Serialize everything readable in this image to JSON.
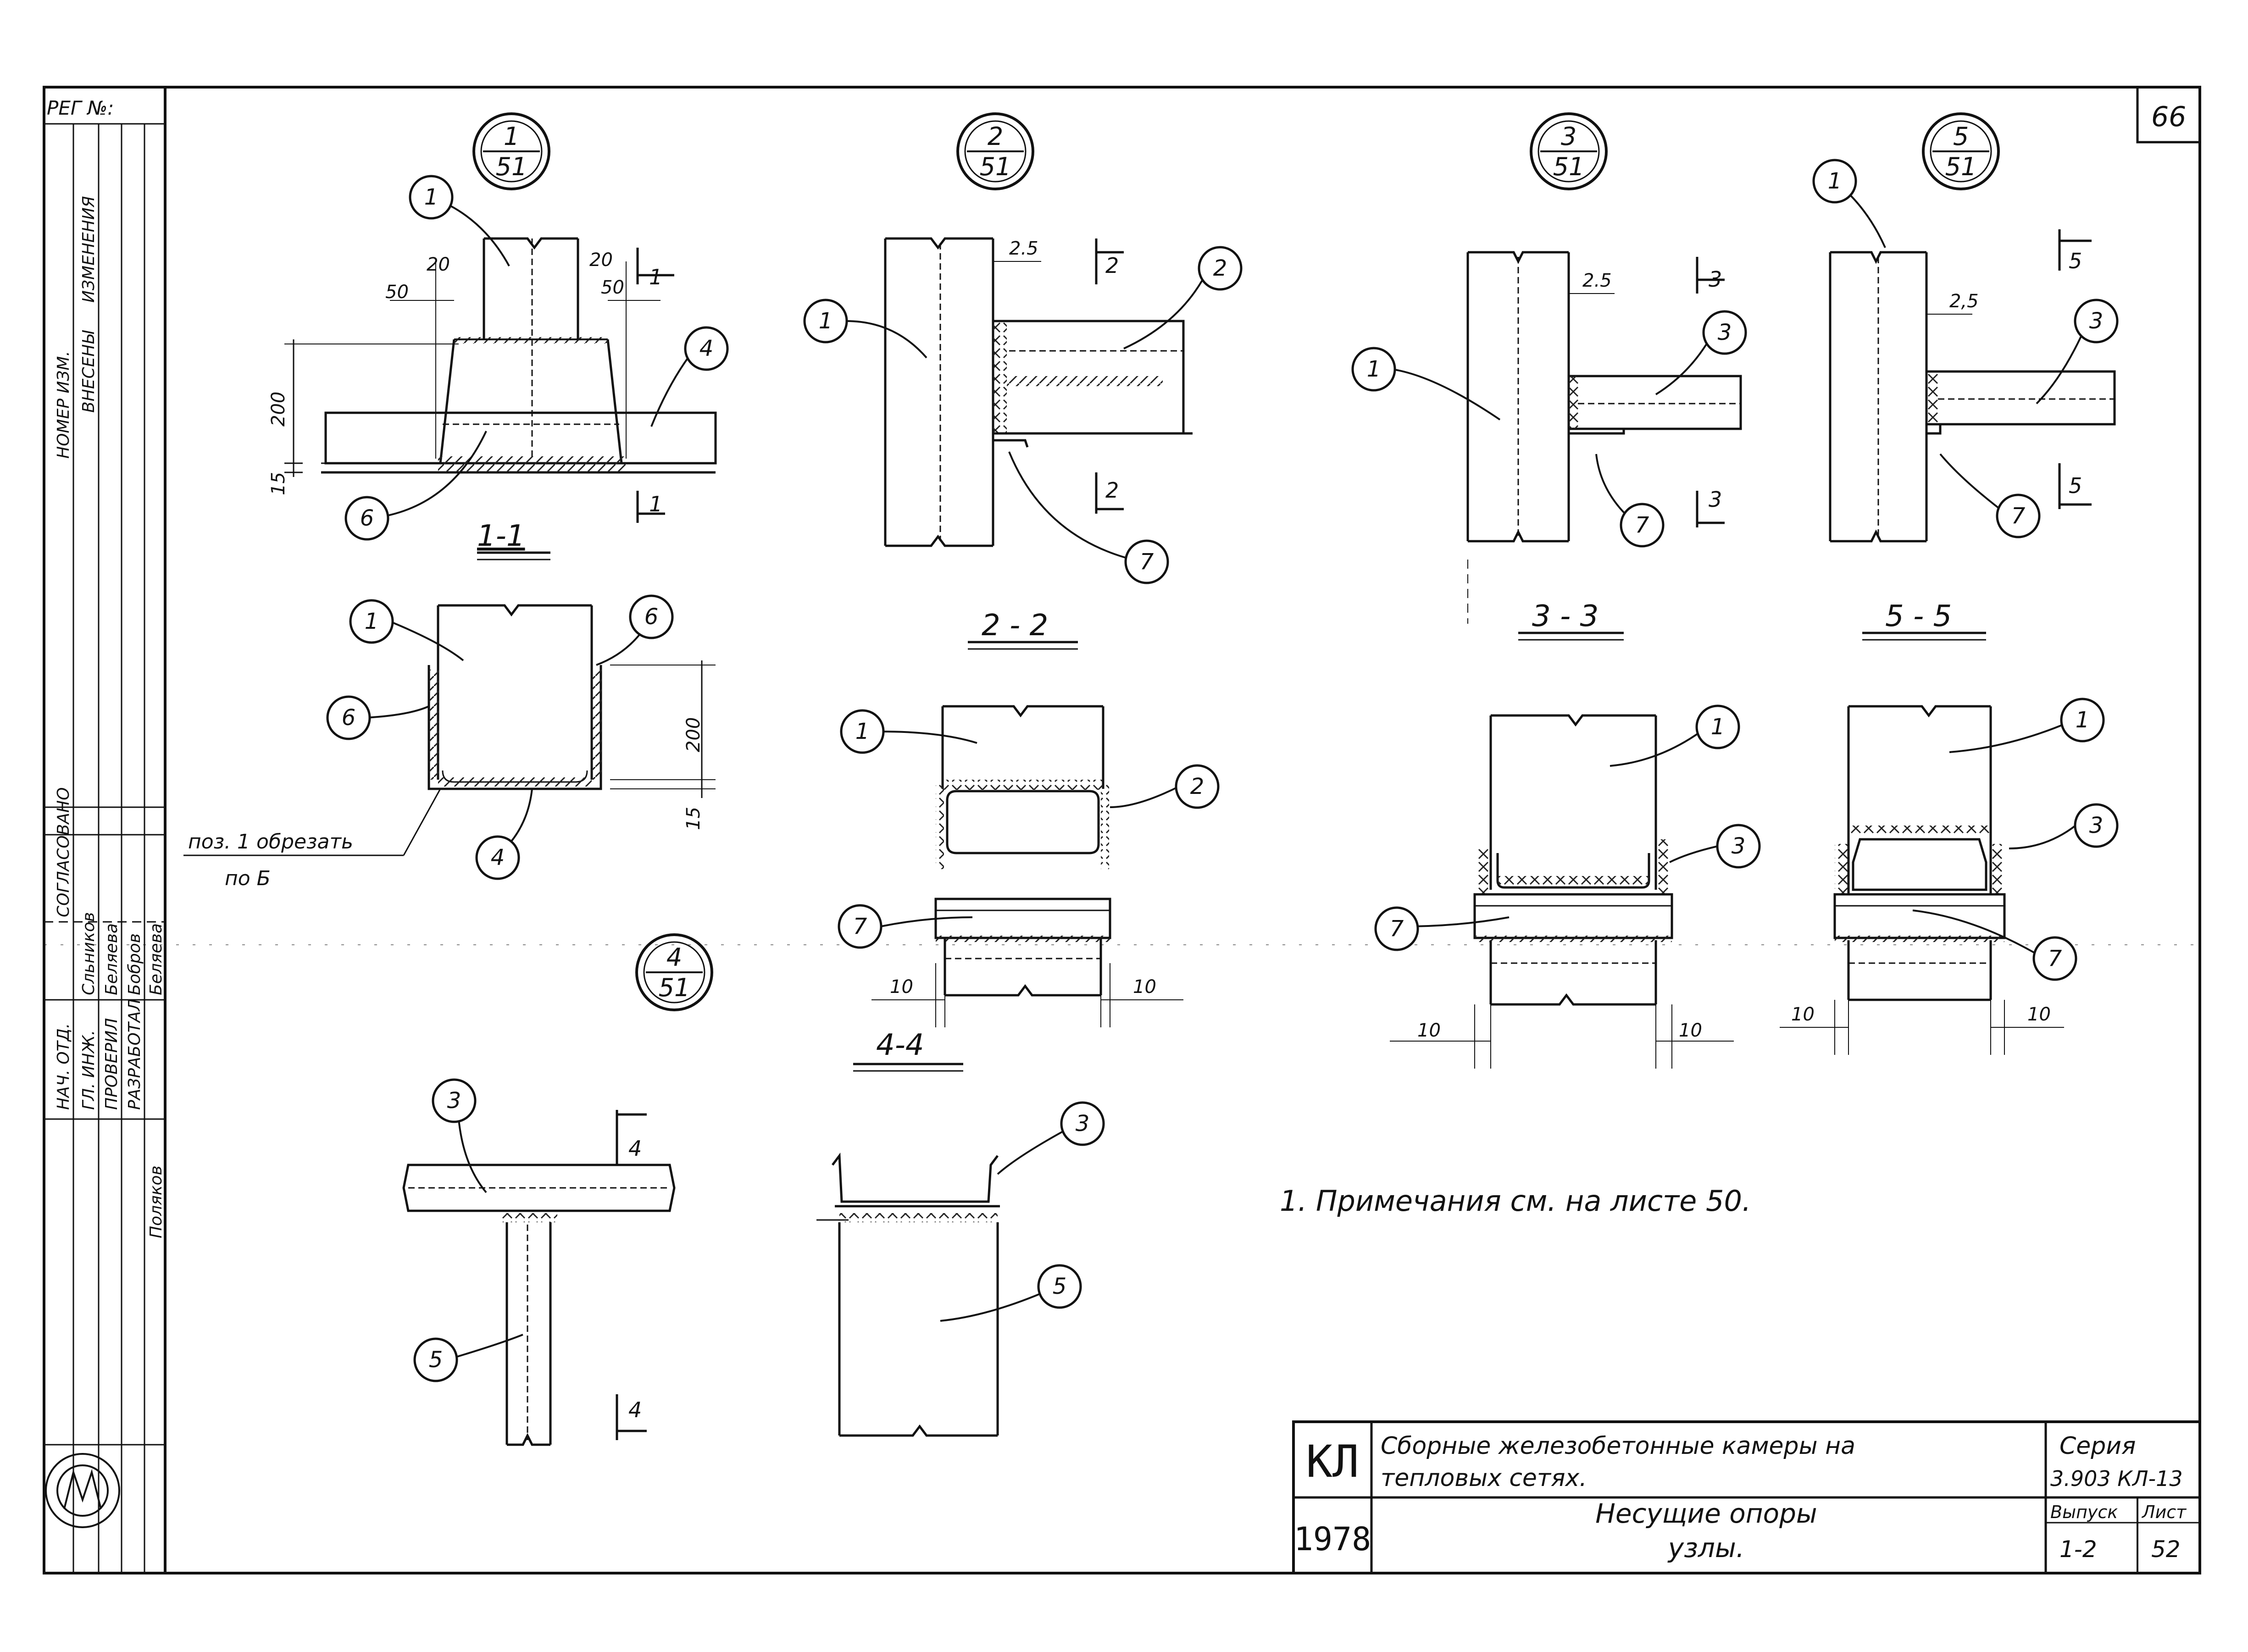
{
  "sheet": {
    "reg_label": "РЕГ №:",
    "sheet_number_top": "66",
    "left_strip": [
      "НОМЕР ИЗМ.",
      "ИЗМЕНЕНИЯ",
      "ВНЕСЕНЫ",
      "СОГЛАСОВАНО",
      "Сльников",
      "Беляева",
      "Бобров",
      "Беляева",
      "НАЧ. ОТД.",
      "ГЛ. ИНЖ.",
      "ПРОВЕРИЛ",
      "РАЗРАБОТАЛ",
      "Поляков"
    ]
  },
  "callouts": [
    {
      "id": "1",
      "num": "1",
      "den": "51"
    },
    {
      "id": "2",
      "num": "2",
      "den": "51"
    },
    {
      "id": "3",
      "num": "3",
      "den": "51"
    },
    {
      "id": "5",
      "num": "5",
      "den": "51"
    },
    {
      "id": "4",
      "num": "4",
      "den": "51"
    }
  ],
  "sections": {
    "s11": "1-1",
    "s22": "2 - 2",
    "s33": "3 - 3",
    "s55": "5 - 5",
    "s44": "4-4"
  },
  "marks": {
    "one": "1",
    "two": "2",
    "three": "3",
    "four": "4",
    "five": "5"
  },
  "dims": {
    "d20": "20",
    "d50": "50",
    "d200": "200",
    "d15": "15",
    "d25": "2.5",
    "d25b": "2,5",
    "d10": "10"
  },
  "parts": {
    "p1": "1",
    "p2": "2",
    "p3": "3",
    "p4": "4",
    "p5": "5",
    "p6": "6",
    "p7": "7"
  },
  "notes": {
    "cut_line1": "поз. 1 обрезать",
    "cut_line2": "по Б",
    "remark": "1. Примечания см. на листе 50."
  },
  "title_block": {
    "code": "КЛ",
    "year": "1978",
    "project_title_line1": "Сборные железобетонные камеры на",
    "project_title_line2": "тепловых сетях.",
    "sheet_title_line1": "Несущие опоры",
    "sheet_title_line2": "узлы.",
    "series_label": "Серия",
    "series_value": "3.903 КЛ-13",
    "issue_label": "Выпуск",
    "issue_value": "1-2",
    "sheet_label": "Лист",
    "sheet_value": "52"
  }
}
